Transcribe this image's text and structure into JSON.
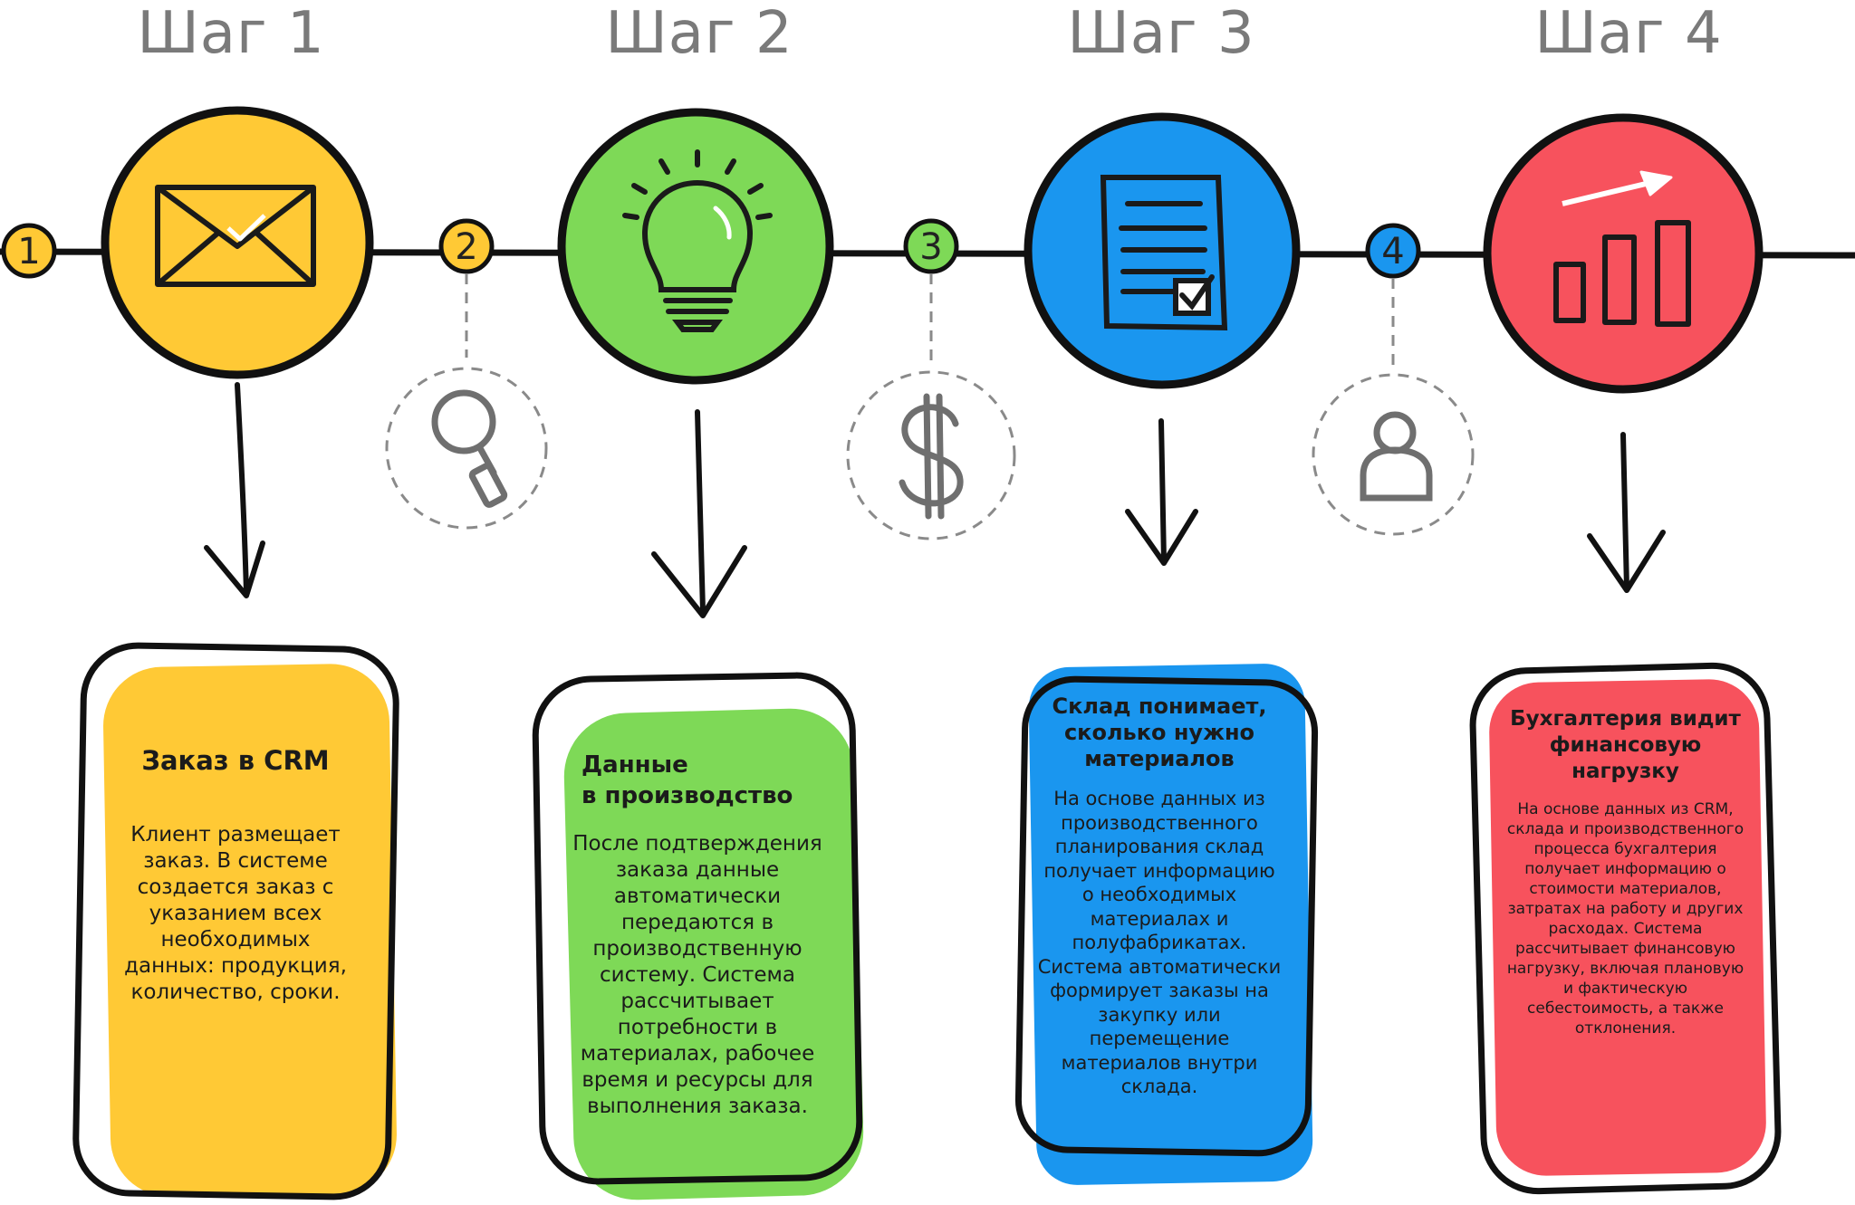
{
  "steps": [
    {
      "title": "Шаг 1",
      "icon": "envelope-icon",
      "color": "#FFC935",
      "card_title": "Заказ в CRM",
      "card_body": "Клиент размещает заказ. В системе создается заказ с указанием всех необходимых данных: продукция, количество, сроки."
    },
    {
      "title": "Шаг 2",
      "icon": "lightbulb-icon",
      "color": "#7ED957",
      "card_title": "Данные\nв производство",
      "card_body": "После подтверждения заказа данные автоматически передаются в производственную систему. Система рассчитывает потребности в материалах, рабочее время и ресурсы для выполнения заказа."
    },
    {
      "title": "Шаг 3",
      "icon": "checklist-document-icon",
      "color": "#1A96EF",
      "card_title": "Склад понимает, сколько нужно материалов",
      "card_body": "На основе данных из производственного планирования склад получает информацию о необходимых материалах и полуфабрикатах. Система автоматически формирует заказы на закупку или перемещение материалов внутри склада."
    },
    {
      "title": "Шаг 4",
      "icon": "bar-chart-icon",
      "color": "#F7525D",
      "card_title": "Бухгалтерия видит финансовую нагрузку",
      "card_body": "На основе данных из CRM, склада и производственного процесса бухгалтерия получает информацию о стоимости материалов, затратах на работу и других расходах. Система рассчитывает финансовую нагрузку, включая плановую и фактическую себестоимость, а также отклонения."
    }
  ],
  "markers": [
    {
      "label": "1",
      "color": "#FFC935"
    },
    {
      "label": "2",
      "color": "#FFC935"
    },
    {
      "label": "3",
      "color": "#7ED957"
    },
    {
      "label": "4",
      "color": "#1A96EF"
    }
  ],
  "connector_icons": [
    "magnifier-icon",
    "dollar-icon",
    "user-icon"
  ]
}
